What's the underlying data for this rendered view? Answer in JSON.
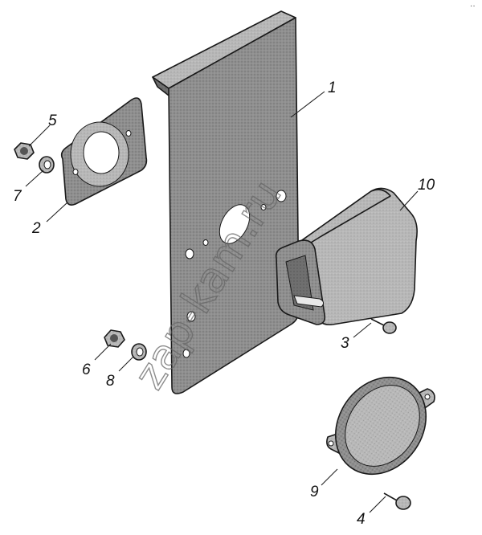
{
  "diagram": {
    "watermark": "zap-kam.ru",
    "corner_mark": "··",
    "callouts": [
      {
        "id": "1",
        "label": "1"
      },
      {
        "id": "2",
        "label": "2"
      },
      {
        "id": "3",
        "label": "3"
      },
      {
        "id": "4",
        "label": "4"
      },
      {
        "id": "5",
        "label": "5"
      },
      {
        "id": "6",
        "label": "6"
      },
      {
        "id": "7",
        "label": "7"
      },
      {
        "id": "8",
        "label": "8"
      },
      {
        "id": "9",
        "label": "9"
      },
      {
        "id": "10",
        "label": "10"
      }
    ]
  }
}
